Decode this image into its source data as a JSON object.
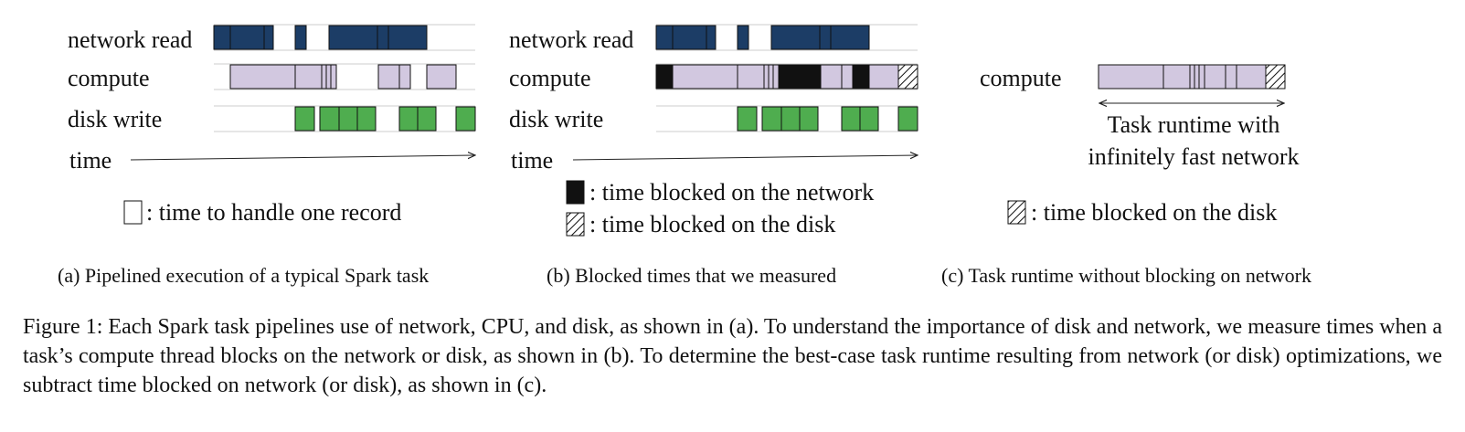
{
  "colors": {
    "network": "#1c3d66",
    "compute": "#d2c8e0",
    "disk": "#4fad4f",
    "blocked": "#111111",
    "outline": "#111111",
    "track": "#cccccc",
    "arrow": "#222222"
  },
  "panels": [
    {
      "id": "a",
      "row_labels": {
        "network": "network read",
        "compute": "compute",
        "disk": "disk write"
      },
      "time_label": "time",
      "legend": [
        {
          "symbol": "empty",
          "text": ": time to handle one record"
        }
      ],
      "subcaption": "(a)  Pipelined execution of a typical Spark task"
    },
    {
      "id": "b",
      "row_labels": {
        "network": "network read",
        "compute": "compute",
        "disk": "disk write"
      },
      "time_label": "time",
      "legend": [
        {
          "symbol": "black",
          "text": ": time blocked on the network"
        },
        {
          "symbol": "hatch",
          "text": ": time blocked on the disk"
        }
      ],
      "subcaption": "(b)  Blocked times that we measured"
    },
    {
      "id": "c",
      "row_labels": {
        "compute": "compute"
      },
      "annotation": [
        "Task runtime with",
        "infinitely fast network"
      ],
      "legend": [
        {
          "symbol": "hatch",
          "text": ": time blocked on the disk"
        }
      ],
      "subcaption": "(c)  Task runtime without blocking on network"
    }
  ],
  "caption": "Figure 1: Each Spark task pipelines use of network, CPU, and disk, as shown in (a). To understand the importance of disk and network, we measure times when a task’s compute thread blocks on the network or disk, as shown in (b). To determine the best-case task runtime resulting from network (or disk) optimizations, we subtract time blocked on network (or disk), as shown in (c)."
}
